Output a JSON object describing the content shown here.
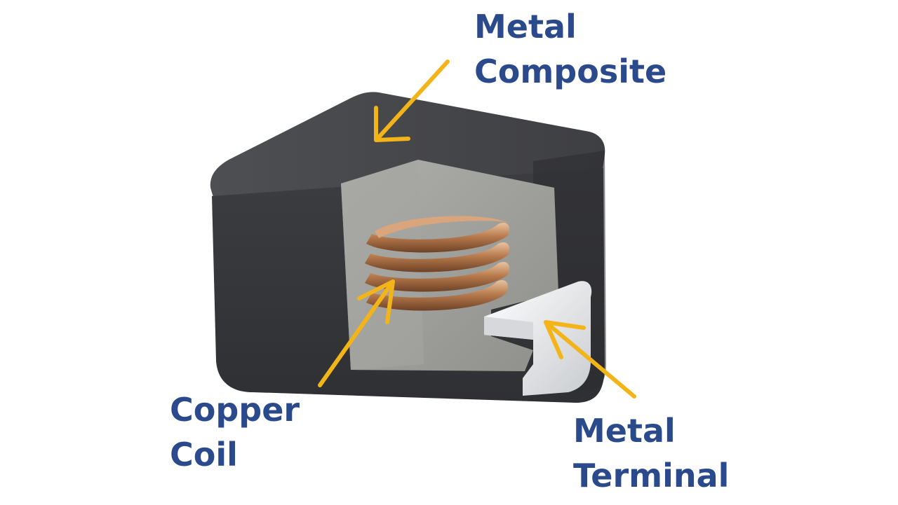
{
  "labels": {
    "metal_composite": {
      "line1": "Metal",
      "line2": "Composite"
    },
    "copper_coil": {
      "line1": "Copper",
      "line2": "Coil"
    },
    "metal_terminal": {
      "line1": "Metal",
      "line2": "Terminal"
    }
  },
  "colors": {
    "label_text": "#2b4a8c",
    "arrow": "#f2b418",
    "body_dark": "#3a3b3e",
    "cutaway_core": "#9a9a96",
    "copper": "#b57a50",
    "terminal": "#e8eaec"
  }
}
